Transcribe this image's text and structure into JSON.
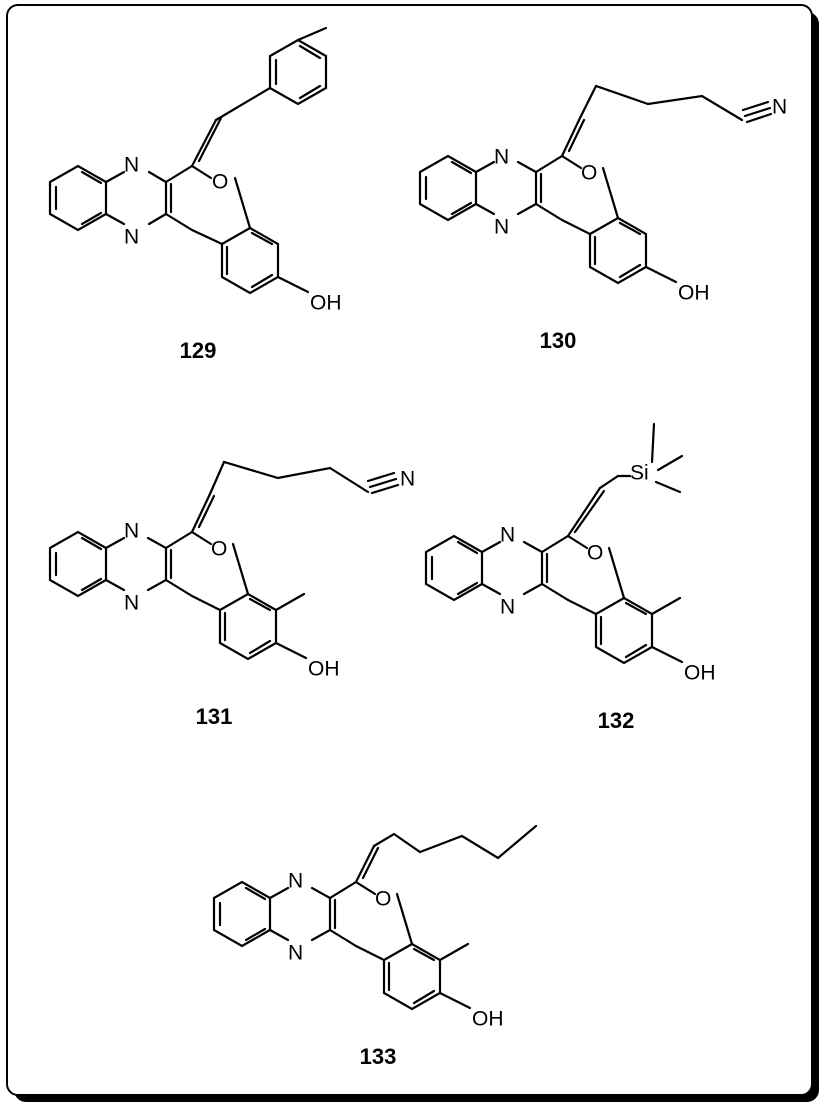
{
  "atoms": {
    "N": "N",
    "O": "O",
    "OH": "OH",
    "Si": "Si"
  },
  "compounds": [
    {
      "id": "129"
    },
    {
      "id": "130"
    },
    {
      "id": "131"
    },
    {
      "id": "132"
    },
    {
      "id": "133"
    }
  ]
}
